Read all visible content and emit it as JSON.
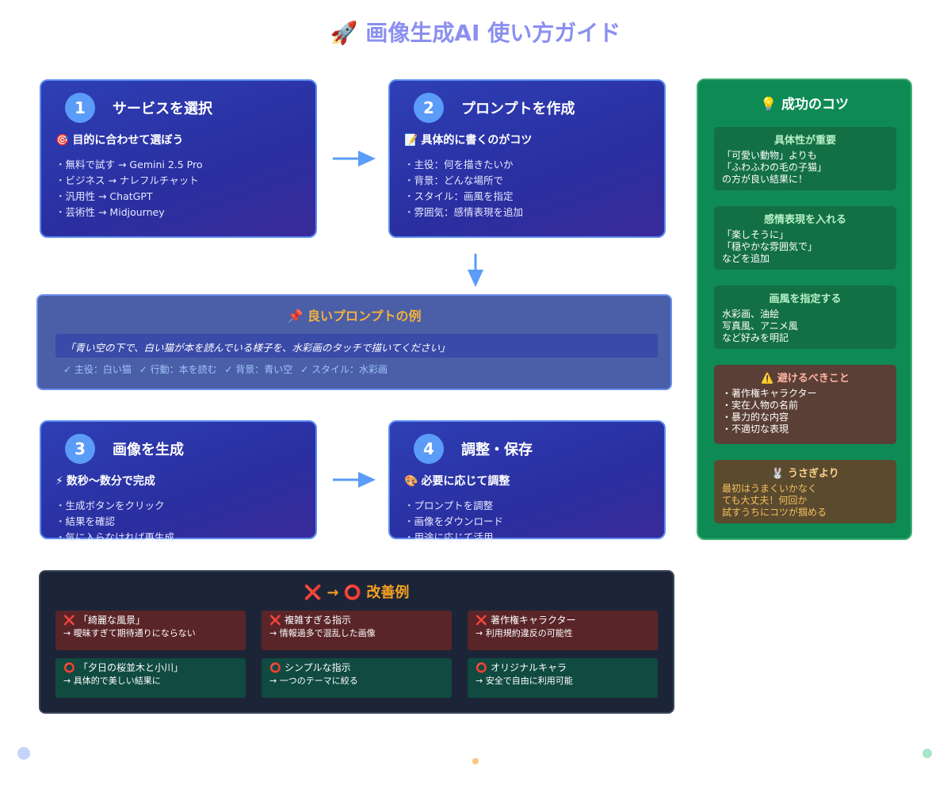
{
  "title": {
    "icon": "rocket-icon",
    "text": "🚀 画像生成AI 使い方ガイド"
  },
  "steps": [
    {
      "num": "1",
      "title": "サービスを選択",
      "sub_icon": "🎯",
      "sub": "目的に合わせて選ぼう",
      "items": [
        "無料で試す → Gemini 2.5 Pro",
        "ビジネス → ナレフルチャット",
        "汎用性 → ChatGPT",
        "芸術性 → Midjourney"
      ]
    },
    {
      "num": "2",
      "title": "プロンプトを作成",
      "sub_icon": "📝",
      "sub": "具体的に書くのがコツ",
      "items": [
        "主役：何を描きたいか",
        "背景：どんな場所で",
        "スタイル：画風を指定",
        "雰囲気：感情表現を追加"
      ]
    },
    {
      "num": "3",
      "title": "画像を生成",
      "sub_icon": "⚡",
      "sub": "数秒〜数分で完成",
      "items": [
        "生成ボタンをクリック",
        "結果を確認",
        "気に入らなければ再生成"
      ]
    },
    {
      "num": "4",
      "title": "調整・保存",
      "sub_icon": "🎨",
      "sub": "必要に応じて調整",
      "items": [
        "プロンプトを調整",
        "画像をダウンロード",
        "用途に応じて活用"
      ]
    }
  ],
  "example": {
    "title": "📌 良いプロンプトの例",
    "quote": "「青い空の下で、白い猫が本を読んでいる様子を、水彩画のタッチで描いてください」",
    "checks": [
      "✓ 主役：白い猫",
      "✓ 行動：本を読む",
      "✓ 背景：青い空",
      "✓ スタイル：水彩画"
    ]
  },
  "tips": {
    "title": "💡 成功のコツ",
    "items": [
      {
        "heading": "具体性が重要",
        "body": "「可愛い動物」よりも\n「ふわふわの毛の子猫」\nの方が良い結果に！"
      },
      {
        "heading": "感情表現を入れる",
        "body": "「楽しそうに」\n「穏やかな雰囲気で」\nなどを追加"
      },
      {
        "heading": "画風を指定する",
        "body": "水彩画、油絵\n写真風、アニメ風\nなど好みを明記"
      }
    ],
    "warning": {
      "heading": "⚠️ 避けるべきこと",
      "items": [
        "著作権キャラクター",
        "実在人物の名前",
        "暴力的な内容",
        "不適切な表現"
      ]
    },
    "rabbit": {
      "heading": "🐰 うさぎより",
      "body": "最初はうまくいかなく\nても大丈夫！何回か\n試すうちにコツが掴める"
    }
  },
  "improve": {
    "title_x": "❌",
    "title_arrow": "→",
    "title_o": "⭕",
    "title_text": "改善例",
    "bad": [
      {
        "mark": "❌",
        "label": "「綺麗な風景」",
        "result": "→ 曖昧すぎて期待通りにならない"
      },
      {
        "mark": "❌",
        "label": "複雑すぎる指示",
        "result": "→ 情報過多で混乱した画像"
      },
      {
        "mark": "❌",
        "label": "著作権キャラクター",
        "result": "→ 利用規約違反の可能性"
      }
    ],
    "good": [
      {
        "mark": "⭕",
        "label": "「夕日の桜並木と小川」",
        "result": "→ 具体的で美しい結果に"
      },
      {
        "mark": "⭕",
        "label": "シンプルな指示",
        "result": "→ 一つのテーマに絞る"
      },
      {
        "mark": "⭕",
        "label": "オリジナルキャラ",
        "result": "→ 安全で自由に利用可能"
      }
    ]
  },
  "colors": {
    "accent_title": "#8a8ff0",
    "step_bg": "#2e3fb5",
    "tips_bg": "#0e8a55",
    "improve_bg": "#1c2538",
    "arrow": "#5a9cf8"
  }
}
